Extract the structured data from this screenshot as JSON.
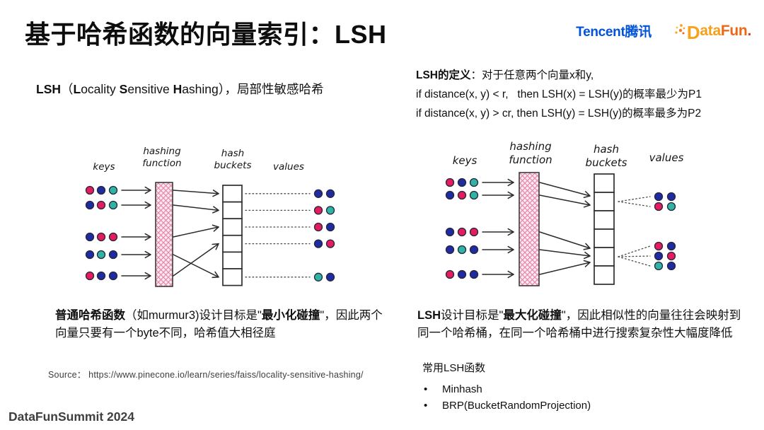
{
  "slide": {
    "title": "基于哈希函数的向量索引：LSH",
    "footer": "DataFunSummit 2024"
  },
  "logos": {
    "tencent_en": "Tencent",
    "tencent_cn": "腾讯",
    "datafun": {
      "d": "D",
      "ata": "ata",
      "fun": "Fun",
      "dot": "."
    }
  },
  "left": {
    "subtitle_runs": [
      {
        "t": "LSH",
        "b": true
      },
      {
        "t": "（"
      },
      {
        "t": "L",
        "b": true
      },
      {
        "t": "ocality "
      },
      {
        "t": "S",
        "b": true
      },
      {
        "t": "ensitive "
      },
      {
        "t": "H",
        "b": true
      },
      {
        "t": "ashing），局部性敏感哈希"
      }
    ],
    "caption_runs": [
      {
        "t": "普通哈希函数",
        "b": true
      },
      {
        "t": "（如murmur3)设计目标是\""
      },
      {
        "t": "最小化碰撞",
        "b": true
      },
      {
        "t": "\"，因此两个向量只要有一个byte不同，哈希值大相径庭"
      }
    ],
    "source": "Source：  https://www.pinecone.io/learn/series/faiss/locality-sensitive-hashing/"
  },
  "right": {
    "definition_lines": [
      [
        {
          "t": "LSH的定义",
          "b": true
        },
        {
          "t": "：对于任意两个向量x和y,"
        }
      ],
      [
        {
          "t": "if distance(x, y) < r,   then LSH(x) = LSH(y)的概率最少为P1"
        }
      ],
      [
        {
          "t": "if distance(x, y) > cr, then LSH(y) = LSH(y)的概率最多为P2"
        }
      ]
    ],
    "caption_runs": [
      {
        "t": "LSH",
        "b": true
      },
      {
        "t": "设计目标是\""
      },
      {
        "t": "最大化碰撞",
        "b": true
      },
      {
        "t": "\"，因此相似性的向量往往会映射到同一个哈希桶，在同一个哈希桶中进行搜索复杂性大幅度降低"
      }
    ],
    "functions": {
      "title": "常用LSH函数",
      "bullet": "•",
      "items": [
        "Minhash",
        "BRP(BucketRandomProjection)"
      ]
    }
  },
  "diagram": {
    "labels": {
      "keys": "keys",
      "hashing_function": [
        "hashing",
        "function"
      ],
      "hash_buckets": [
        "hash",
        "buckets"
      ],
      "values": "values"
    },
    "palette": {
      "pink": "#e31b5f",
      "blue": "#1f2ba0",
      "teal": "#2fb3a4",
      "outline": "#26263a"
    },
    "key_rows": [
      [
        "pink",
        "blue",
        "teal"
      ],
      [
        "blue",
        "pink",
        "teal"
      ],
      [
        "blue",
        "pink",
        "pink"
      ],
      [
        "blue",
        "teal",
        "blue"
      ],
      [
        "pink",
        "blue",
        "blue"
      ]
    ],
    "left": {
      "bucket_count": 6,
      "row_to_bucket": [
        0,
        1,
        2,
        5,
        3
      ],
      "value_rows": [
        {
          "bucket": 0,
          "dots": [
            "blue",
            "blue"
          ]
        },
        {
          "bucket": 1,
          "dots": [
            "pink",
            "teal"
          ]
        },
        {
          "bucket": 2,
          "dots": [
            "pink",
            "blue"
          ]
        },
        {
          "bucket": 3,
          "dots": [
            "blue",
            "pink"
          ]
        },
        {
          "bucket": 5,
          "dots": [
            "teal",
            "blue"
          ]
        }
      ]
    },
    "right": {
      "bucket_count": 6,
      "row_to_bucket": [
        1,
        1,
        4,
        4,
        4
      ],
      "value_groups": [
        {
          "bucket": 1,
          "rows": [
            [
              "blue",
              "blue"
            ],
            [
              "pink",
              "teal"
            ]
          ]
        },
        {
          "bucket": 4,
          "rows": [
            [
              "pink",
              "blue"
            ],
            [
              "blue",
              "pink"
            ],
            [
              "teal",
              "blue"
            ]
          ]
        }
      ]
    }
  }
}
